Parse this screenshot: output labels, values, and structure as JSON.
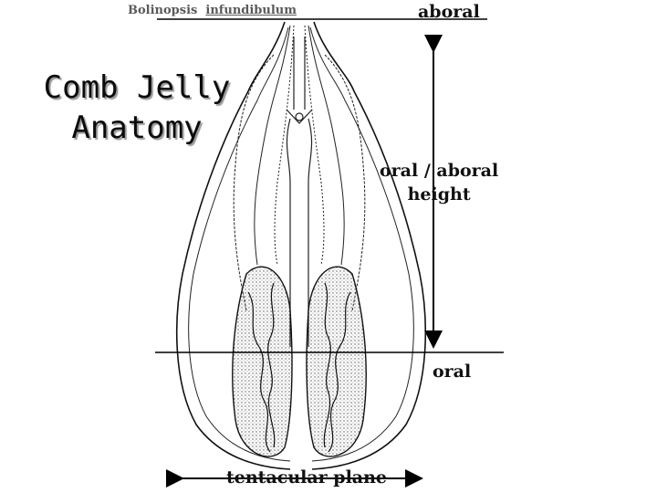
{
  "title": {
    "line1": "Comb Jelly",
    "line2": "Anatomy"
  },
  "specimen": {
    "genus": "Bolinopsis",
    "structure": "infundibulum"
  },
  "labels": {
    "aboral": "aboral",
    "height_line1": "oral / aboral",
    "height_line2": "height",
    "oral": "oral",
    "tentacular_plane": "tentacular plane"
  }
}
